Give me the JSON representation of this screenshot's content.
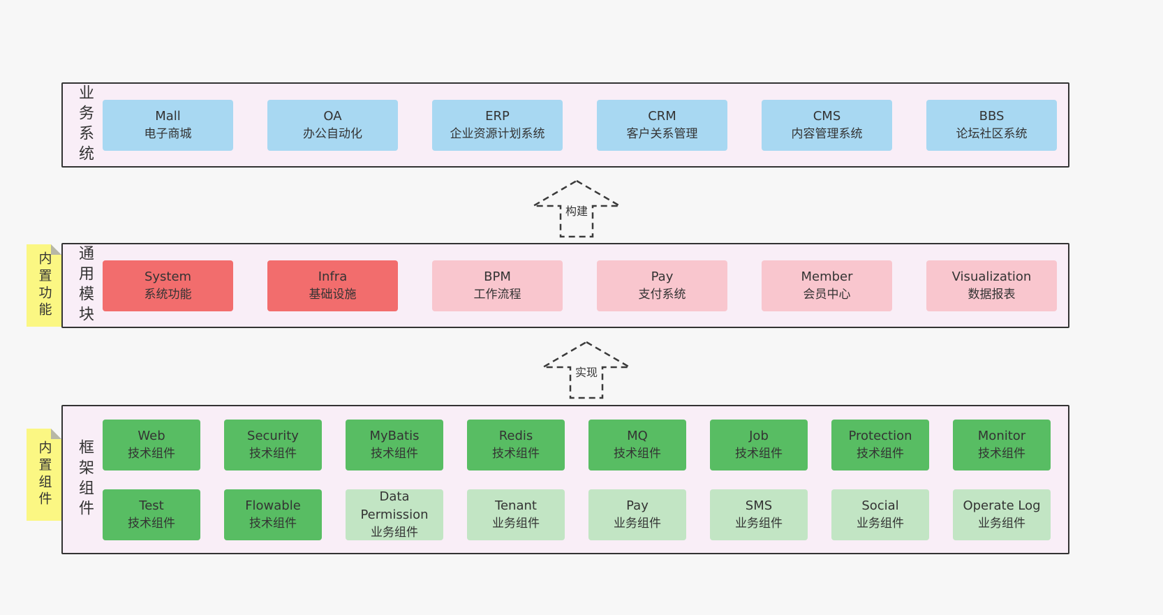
{
  "colors": {
    "page_bg": "#f7f7f7",
    "layer_bg": "#f9eef7",
    "layer_border": "#333333",
    "blue": "#a8d8f2",
    "red": "#f26d6d",
    "pink": "#f9c6ce",
    "green_dark": "#58bd63",
    "green_light": "#c2e5c4",
    "note_yellow": "#fbf783",
    "text": "#333333"
  },
  "arrows": [
    {
      "label": "构建"
    },
    {
      "label": "实现"
    }
  ],
  "layers": [
    {
      "side_label": "业务系统",
      "boxes": [
        {
          "title": "Mall",
          "subtitle": "电子商城"
        },
        {
          "title": "OA",
          "subtitle": "办公自动化"
        },
        {
          "title": "ERP",
          "subtitle": "企业资源计划系统"
        },
        {
          "title": "CRM",
          "subtitle": "客户关系管理"
        },
        {
          "title": "CMS",
          "subtitle": "内容管理系统"
        },
        {
          "title": "BBS",
          "subtitle": "论坛社区系统"
        }
      ]
    },
    {
      "side_label": "通用模块",
      "note": "内置功能",
      "boxes": [
        {
          "title": "System",
          "subtitle": "系统功能",
          "variant": "red"
        },
        {
          "title": "Infra",
          "subtitle": "基础设施",
          "variant": "red"
        },
        {
          "title": "BPM",
          "subtitle": "工作流程",
          "variant": "pink"
        },
        {
          "title": "Pay",
          "subtitle": "支付系统",
          "variant": "pink"
        },
        {
          "title": "Member",
          "subtitle": "会员中心",
          "variant": "pink"
        },
        {
          "title": "Visualization",
          "subtitle": "数据报表",
          "variant": "pink"
        }
      ]
    },
    {
      "side_label": "框架组件",
      "note": "内置组件",
      "rows": [
        [
          {
            "title": "Web",
            "subtitle": "技术组件",
            "variant": "green_dark"
          },
          {
            "title": "Security",
            "subtitle": "技术组件",
            "variant": "green_dark"
          },
          {
            "title": "MyBatis",
            "subtitle": "技术组件",
            "variant": "green_dark"
          },
          {
            "title": "Redis",
            "subtitle": "技术组件",
            "variant": "green_dark"
          },
          {
            "title": "MQ",
            "subtitle": "技术组件",
            "variant": "green_dark"
          },
          {
            "title": "Job",
            "subtitle": "技术组件",
            "variant": "green_dark"
          },
          {
            "title": "Protection",
            "subtitle": "技术组件",
            "variant": "green_dark"
          },
          {
            "title": "Monitor",
            "subtitle": "技术组件",
            "variant": "green_dark"
          }
        ],
        [
          {
            "title": "Test",
            "subtitle": "技术组件",
            "variant": "green_dark"
          },
          {
            "title": "Flowable",
            "subtitle": "技术组件",
            "variant": "green_dark"
          },
          {
            "title": "Data Permission",
            "subtitle": "业务组件",
            "variant": "green_light"
          },
          {
            "title": "Tenant",
            "subtitle": "业务组件",
            "variant": "green_light"
          },
          {
            "title": "Pay",
            "subtitle": "业务组件",
            "variant": "green_light"
          },
          {
            "title": "SMS",
            "subtitle": "业务组件",
            "variant": "green_light"
          },
          {
            "title": "Social",
            "subtitle": "业务组件",
            "variant": "green_light"
          },
          {
            "title": "Operate Log",
            "subtitle": "业务组件",
            "variant": "green_light"
          }
        ]
      ]
    }
  ]
}
